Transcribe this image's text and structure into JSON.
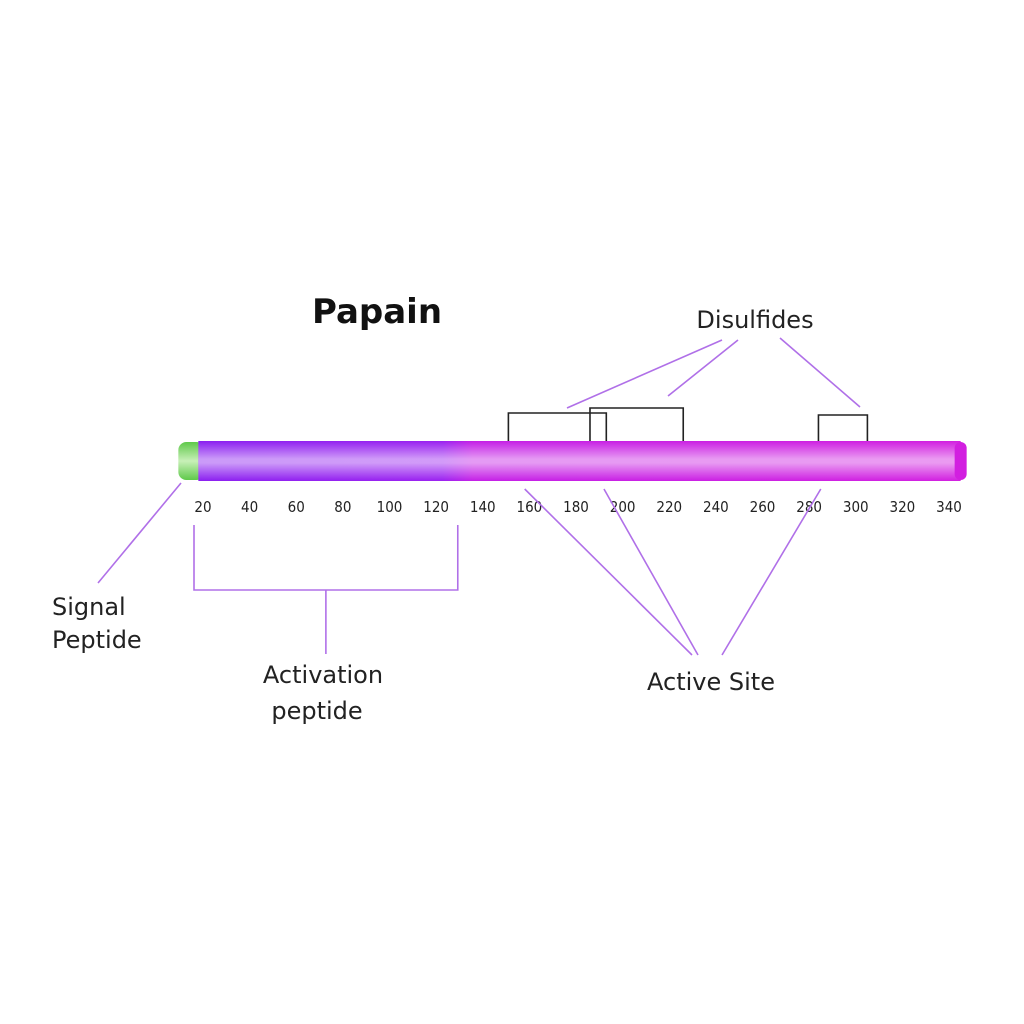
{
  "title": "Papain",
  "colors": {
    "chain_purple": "#8a1ff0",
    "chain_magenta": "#d21fe0",
    "signal_green": "#5fc94a",
    "leader_lines": "#b070e8",
    "bond_lines": "#222222"
  },
  "sequence": {
    "start": 18,
    "end": 345,
    "signal_peptide_end": 18,
    "activation_peptide": [
      20,
      128
    ],
    "mature_start": 128
  },
  "ticks": [
    20,
    40,
    60,
    80,
    100,
    120,
    140,
    160,
    180,
    200,
    220,
    240,
    260,
    280,
    300,
    320,
    340
  ],
  "disulfides": [
    {
      "from": 151,
      "to": 193
    },
    {
      "from": 186,
      "to": 226
    },
    {
      "from": 284,
      "to": 305
    }
  ],
  "active_site_residues": [
    158,
    192,
    285
  ],
  "labels": {
    "disulfides": "Disulfides",
    "signal_peptide_line1": "Signal",
    "signal_peptide_line2": "Peptide",
    "activation_peptide_line1": "Activation",
    "activation_peptide_line2": "peptide",
    "active_site": "Active Site"
  }
}
